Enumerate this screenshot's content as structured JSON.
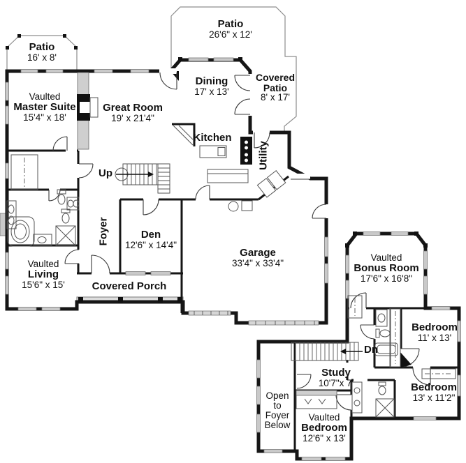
{
  "colors": {
    "wall": "#161616",
    "window_fill": "#c9c9c9",
    "outline_gray": "#8d8d8d",
    "porch_band": "#dedede",
    "divider_fill": "#cfcfcf",
    "text": "#111111",
    "background": "#ffffff"
  },
  "rooms": {
    "patio_left": {
      "name": "Patio",
      "dims": "16' x 8'"
    },
    "patio_top": {
      "name": "Patio",
      "dims": "26'6\" x 12'"
    },
    "master_suite": {
      "prefix": "Vaulted",
      "name": "Master Suite",
      "dims": "15'4\" x 18'"
    },
    "great_room": {
      "name": "Great Room",
      "dims": "19' x 21'4\""
    },
    "dining": {
      "name": "Dining",
      "dims": "17' x 13'"
    },
    "covered_patio": {
      "name": "Covered",
      "name2": "Patio",
      "dims": "8' x 17'"
    },
    "kitchen": {
      "name": "Kitchen"
    },
    "utility": {
      "name": "Utility"
    },
    "stairs_up": {
      "name": "Up"
    },
    "foyer": {
      "name": "Foyer"
    },
    "den": {
      "name": "Den",
      "dims": "12'6\" x 14'4\""
    },
    "garage": {
      "name": "Garage",
      "dims": "33'4\" x 33'4\""
    },
    "living": {
      "prefix": "Vaulted",
      "name": "Living",
      "dims": "15'6\" x 15'"
    },
    "covered_porch": {
      "name": "Covered Porch"
    },
    "bonus_room": {
      "prefix": "Vaulted",
      "name": "Bonus Room",
      "dims": "17'6\" x 16'8\""
    },
    "bedroom_upper": {
      "name": "Bedroom",
      "dims": "11' x 13'"
    },
    "stairs_dn": {
      "name": "Dn"
    },
    "study": {
      "name": "Study",
      "dims": "10'7\"x 7'"
    },
    "open_to_foyer": {
      "line1": "Open",
      "line2": "to",
      "line3": "Foyer",
      "line4": "Below"
    },
    "bedroom_right": {
      "name": "Bedroom",
      "dims": "13' x 11'2\""
    },
    "bedroom_vaulted": {
      "prefix": "Vaulted",
      "name": "Bedroom",
      "dims": "12'6\" x 13'"
    }
  }
}
